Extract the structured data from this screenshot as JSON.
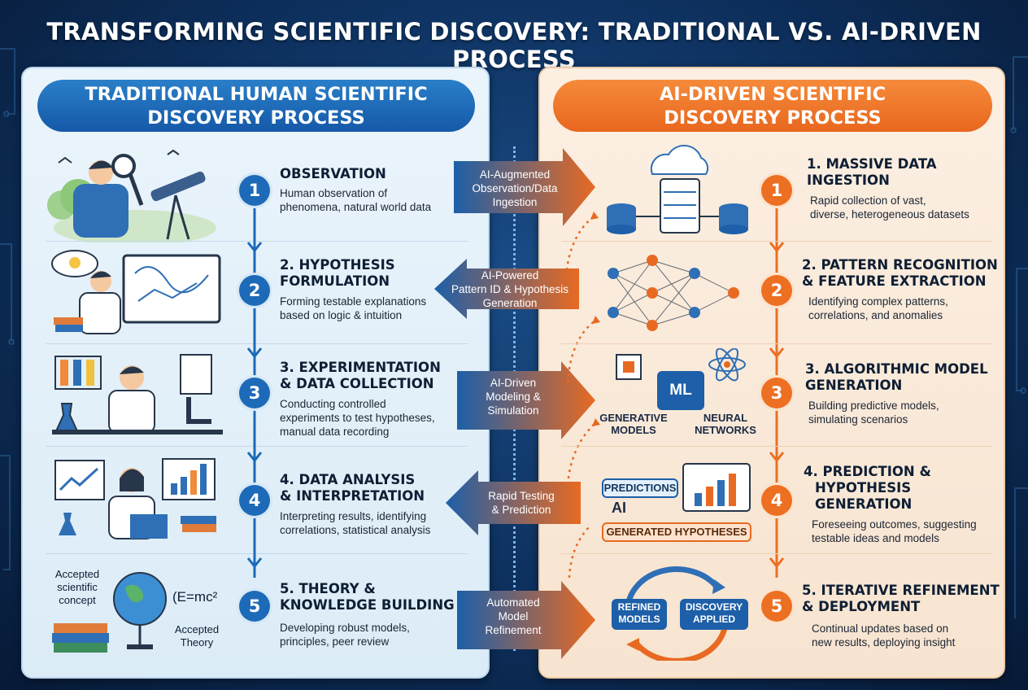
{
  "title": "TRANSFORMING SCIENTIFIC DISCOVERY: TRADITIONAL VS. AI-DRIVEN PROCESS",
  "left": {
    "header_line1": "TRADITIONAL HUMAN SCIENTIFIC",
    "header_line2": "DISCOVERY PROCESS",
    "steps": [
      {
        "num": "1",
        "title1": "OBSERVATION",
        "title2": "",
        "desc1": "Human observation of",
        "desc2": "phenomena, natural world data",
        "desc3": ""
      },
      {
        "num": "2",
        "title1": "2. HYPOTHESIS",
        "title2": "FORMULATION",
        "desc1": "Forming testable explanations",
        "desc2": "based on logic & intuition",
        "desc3": ""
      },
      {
        "num": "3",
        "title1": "3. EXPERIMENTATION",
        "title2": "& DATA COLLECTION",
        "desc1": "Conducting controlled",
        "desc2": "experiments to test hypotheses,",
        "desc3": "manual data recording"
      },
      {
        "num": "4",
        "title1": "4. DATA ANALYSIS",
        "title2": "& INTERPRETATION",
        "desc1": "Interpreting results, identifying",
        "desc2": "correlations, statistical analysis",
        "desc3": ""
      },
      {
        "num": "5",
        "title1": "5. THEORY &",
        "title2": "KNOWLEDGE BUILDING",
        "desc1": "Developing robust models,",
        "desc2": "principles, peer review",
        "desc3": ""
      }
    ],
    "theory_labels": {
      "accepted_concept_1": "Accepted",
      "accepted_concept_2": "scientific",
      "accepted_concept_3": "concept",
      "formula": "(E=mc²",
      "theory_1": "Accepted",
      "theory_2": "Theory"
    }
  },
  "right": {
    "header_line1": "AI-DRIVEN SCIENTIFIC",
    "header_line2": "DISCOVERY PROCESS",
    "steps": [
      {
        "num": "1",
        "title1": "1. MASSIVE DATA",
        "title2": "INGESTION",
        "title3": "",
        "desc1": "Rapid collection of vast,",
        "desc2": "diverse, heterogeneous datasets"
      },
      {
        "num": "2",
        "title1": "2. PATTERN RECOGNITION",
        "title2": "& FEATURE EXTRACTION",
        "title3": "",
        "desc1": "Identifying complex patterns,",
        "desc2": "correlations, and anomalies"
      },
      {
        "num": "3",
        "title1": "3. ALGORITHMIC MODEL",
        "title2": "GENERATION",
        "title3": "",
        "desc1": "Building predictive models,",
        "desc2": "simulating scenarios"
      },
      {
        "num": "4",
        "title1": "4. PREDICTION &",
        "title2": "HYPOTHESIS",
        "title3": "GENERATION",
        "desc1": "Foreseeing outcomes, suggesting",
        "desc2": "testable ideas and models"
      },
      {
        "num": "5",
        "title1": "5. ITERATIVE REFINEMENT",
        "title2": "& DEPLOYMENT",
        "title3": "",
        "desc1": "Continual updates based on",
        "desc2": "new results, deploying insight"
      }
    ],
    "icons": {
      "ml_chip": "ML",
      "generative_1": "GENERATIVE",
      "generative_2": "MODELS",
      "neural_1": "NEURAL",
      "neural_2": "NETWORKS",
      "predictions": "PREDICTIONS",
      "ai": "AI",
      "generated_hypotheses": "GENERATED HYPOTHESES",
      "refined_1": "REFINED",
      "refined_2": "MODELS",
      "discovery_1": "DISCOVERY",
      "discovery_2": "APPLIED"
    }
  },
  "bridges": [
    {
      "line1": "AI-Augmented",
      "line2": "Observation/Data",
      "line3": "Ingestion",
      "direction": "right"
    },
    {
      "line1": "AI-Powered",
      "line2": "Pattern ID & Hypothesis",
      "line3": "Generation",
      "direction": "left"
    },
    {
      "line1": "AI-Driven",
      "line2": "Modeling &",
      "line3": "Simulation",
      "direction": "right"
    },
    {
      "line1": "Rapid Testing",
      "line2": "& Prediction",
      "line3": "",
      "direction": "left"
    },
    {
      "line1": "Automated",
      "line2": "Model",
      "line3": "Refinement",
      "direction": "right"
    }
  ],
  "colors": {
    "blue": "#1d6ab8",
    "orange": "#ed6f22",
    "navy": "#0c2a52"
  }
}
